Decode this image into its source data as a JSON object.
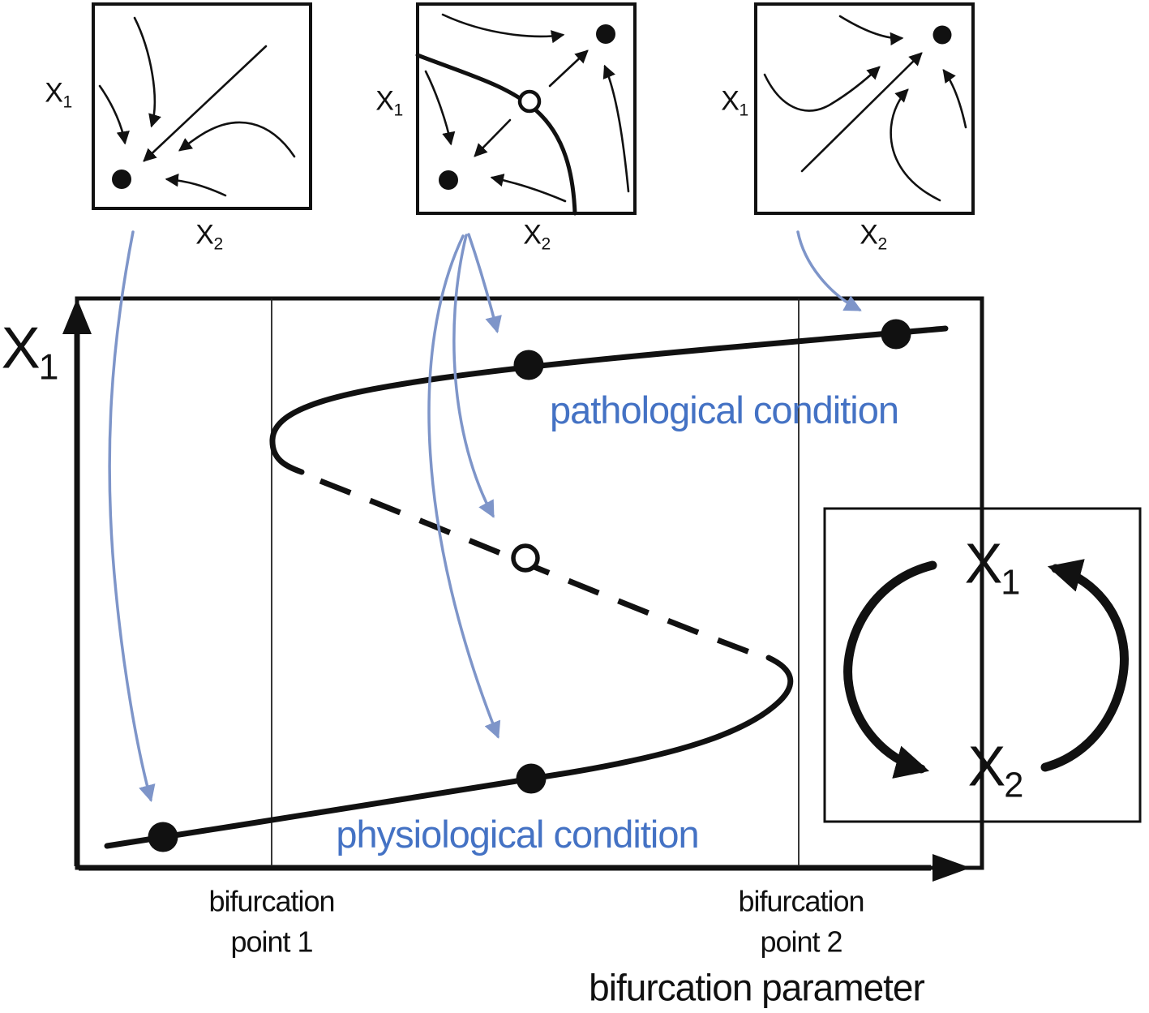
{
  "colors": {
    "text_blue": "#4472c4",
    "arrow_blue": "#7e95c9"
  },
  "panels": [
    {
      "y_label": {
        "base": "X",
        "sub": "1"
      },
      "x_label": {
        "base": "X",
        "sub": "2"
      }
    },
    {
      "y_label": {
        "base": "X",
        "sub": "1"
      },
      "x_label": {
        "base": "X",
        "sub": "2"
      }
    },
    {
      "y_label": {
        "base": "X",
        "sub": "1"
      },
      "x_label": {
        "base": "X",
        "sub": "2"
      }
    }
  ],
  "main": {
    "y_axis_label": {
      "base": "X",
      "sub": "1"
    },
    "upper_branch_label": "pathological condition",
    "lower_branch_label": "physiological condition",
    "bifurcation_point_1": {
      "line1": "bifurcation",
      "line2": "point 1"
    },
    "bifurcation_point_2": {
      "line1": "bifurcation",
      "line2": "point 2"
    },
    "x_axis_label": "bifurcation parameter"
  },
  "inset": {
    "top_label": {
      "base": "X",
      "sub": "1"
    },
    "bottom_label": {
      "base": "X",
      "sub": "2"
    }
  }
}
